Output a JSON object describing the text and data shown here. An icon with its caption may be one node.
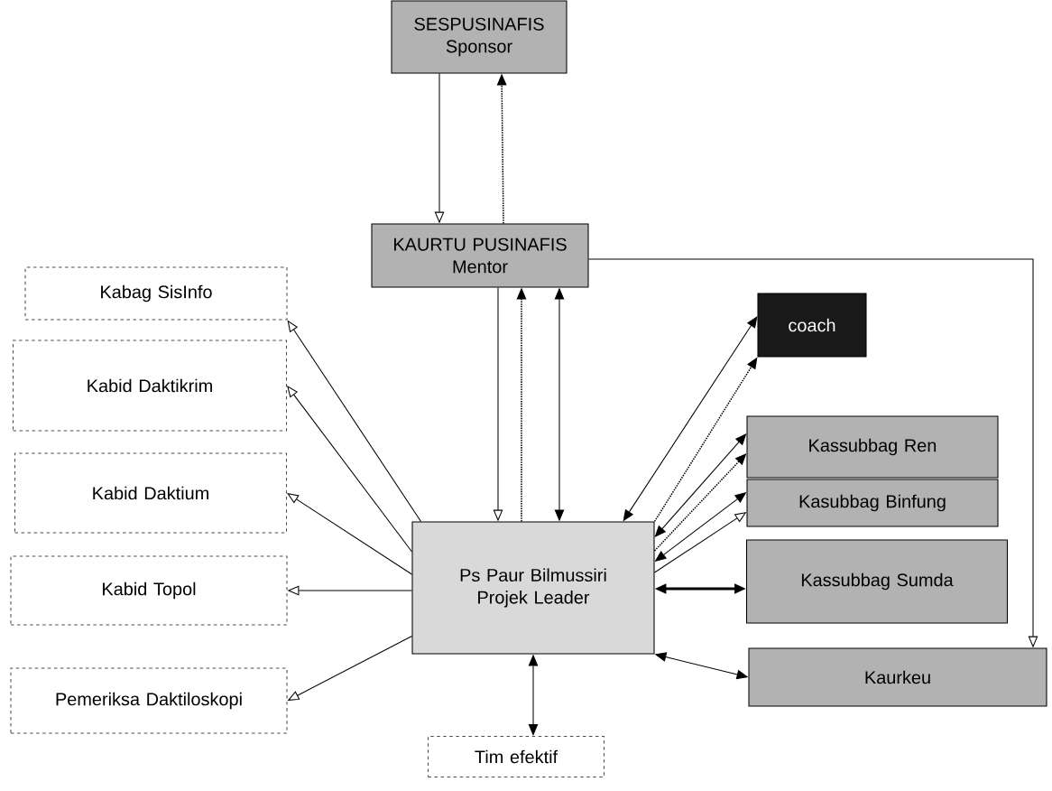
{
  "diagram": {
    "nodes": [
      {
        "text": [
          "SESPUSINAFIS",
          "Sponsor"
        ]
      },
      {
        "text": [
          "KAURTU PUSINAFIS",
          "Mentor"
        ]
      },
      {
        "text": [
          "Kabag SisInfo"
        ]
      },
      {
        "text": [
          "Kabid Daktikrim"
        ]
      },
      {
        "text": [
          "Kabid Daktium"
        ]
      },
      {
        "text": [
          "Kabid Topol"
        ]
      },
      {
        "text": [
          "Pemeriksa Daktiloskopi"
        ]
      },
      {
        "text": [
          "Ps Paur Bilmussiri",
          "Projek Leader"
        ]
      },
      {
        "text": [
          "Tim efektif"
        ]
      },
      {
        "text": [
          "coach"
        ]
      },
      {
        "text": [
          "Kassubbag Ren"
        ]
      },
      {
        "text": [
          "Kasubbag Binfung"
        ]
      },
      {
        "text": [
          "Kassubbag Sumda"
        ]
      },
      {
        "text": [
          "Kaurkeu"
        ]
      }
    ],
    "edges": [
      {
        "from": 0,
        "to": 1,
        "arrow": "to"
      },
      {
        "from": 1,
        "to": 0,
        "arrow": "to",
        "style": "dashed"
      },
      {
        "from": 1,
        "to": 7,
        "arrow": "to"
      },
      {
        "from": 7,
        "to": 1,
        "arrow": "to",
        "style": "dashed"
      },
      {
        "from": 7,
        "to": 1,
        "arrow": "both"
      },
      {
        "from": 7,
        "to": 2,
        "arrow": "to"
      },
      {
        "from": 7,
        "to": 3,
        "arrow": "to"
      },
      {
        "from": 7,
        "to": 4,
        "arrow": "to"
      },
      {
        "from": 7,
        "to": 5,
        "arrow": "to"
      },
      {
        "from": 7,
        "to": 6,
        "arrow": "to"
      },
      {
        "from": 7,
        "to": 9,
        "arrow": "both"
      },
      {
        "from": 7,
        "to": 9,
        "arrow": "to",
        "style": "dashed"
      },
      {
        "from": 7,
        "to": 10,
        "arrow": "both"
      },
      {
        "from": 7,
        "to": 10,
        "arrow": "to",
        "style": "dashed"
      },
      {
        "from": 7,
        "to": 11,
        "arrow": "both"
      },
      {
        "from": 7,
        "to": 11,
        "arrow": "to"
      },
      {
        "from": 7,
        "to": 12,
        "arrow": "both",
        "style": "thick"
      },
      {
        "from": 7,
        "to": 13,
        "arrow": "both"
      },
      {
        "from": 7,
        "to": 8,
        "arrow": "both"
      },
      {
        "from": 1,
        "to": 13,
        "arrow": "to"
      }
    ]
  }
}
